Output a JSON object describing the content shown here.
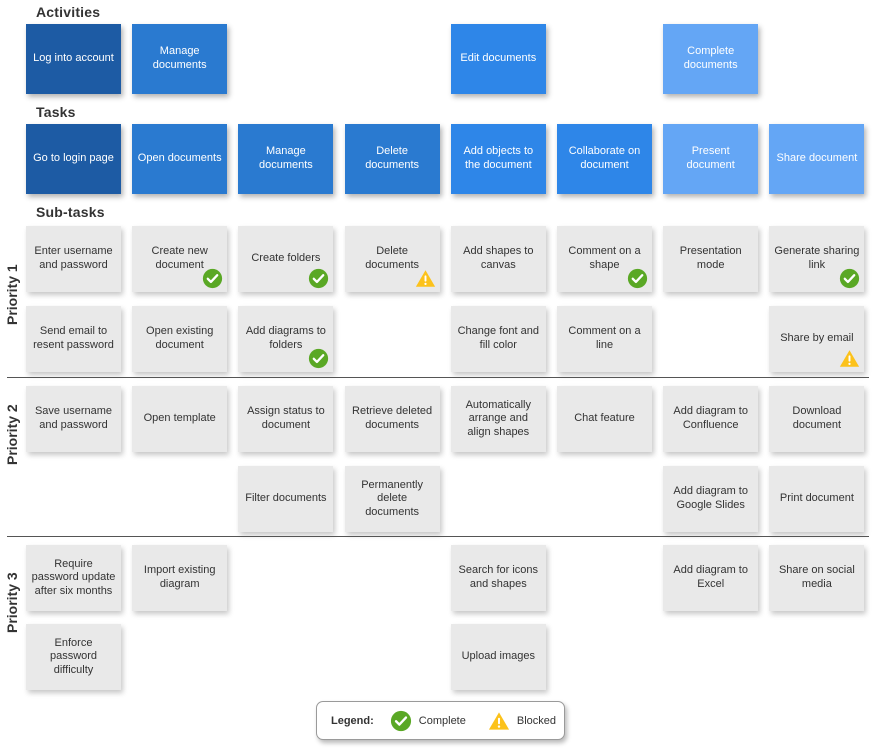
{
  "headings": {
    "activities": "Activities",
    "tasks": "Tasks",
    "subtasks": "Sub-tasks"
  },
  "priorities": [
    {
      "label": "Priority 1"
    },
    {
      "label": "Priority 2"
    },
    {
      "label": "Priority 3"
    }
  ],
  "colors": {
    "activity_dark": "#1d5ba4",
    "activity_mid": "#2a7ad0",
    "activity_bright": "#2e86e8",
    "activity_light": "#64a6f5",
    "task_dark": "#1d5ba4",
    "task_mid": "#2a7ad0",
    "task_bright": "#2e86e8",
    "task_light": "#64a6f5",
    "subtask_grey": "#e9e9e9",
    "complete_green": "#5aa825",
    "blocked_amber": "#fcc21b",
    "divider": "#555555"
  },
  "activities": [
    {
      "label": "Log into account",
      "column": 0,
      "color": "#1d5ba4"
    },
    {
      "label": "Manage documents",
      "column": 1,
      "color": "#2a7ad0"
    },
    {
      "label": "Edit documents",
      "column": 4,
      "color": "#2e86e8"
    },
    {
      "label": "Complete documents",
      "column": 6,
      "color": "#64a6f5"
    }
  ],
  "tasks": [
    {
      "label": "Go to login page",
      "column": 0,
      "color": "#1d5ba4"
    },
    {
      "label": "Open documents",
      "column": 1,
      "color": "#2a7ad0"
    },
    {
      "label": "Manage documents",
      "column": 2,
      "color": "#2a7ad0"
    },
    {
      "label": "Delete documents",
      "column": 3,
      "color": "#2a7ad0"
    },
    {
      "label": "Add objects to the document",
      "column": 4,
      "color": "#2e86e8"
    },
    {
      "label": "Collaborate on document",
      "column": 5,
      "color": "#2e86e8"
    },
    {
      "label": "Present document",
      "column": 6,
      "color": "#64a6f5"
    },
    {
      "label": "Share document",
      "column": 7,
      "color": "#64a6f5"
    }
  ],
  "subtasks": [
    {
      "label": "Enter username and password",
      "column": 0,
      "priority": 1,
      "row": 0,
      "status": "none"
    },
    {
      "label": "Create new document",
      "column": 1,
      "priority": 1,
      "row": 0,
      "status": "complete"
    },
    {
      "label": "Create folders",
      "column": 2,
      "priority": 1,
      "row": 0,
      "status": "complete"
    },
    {
      "label": "Delete documents",
      "column": 3,
      "priority": 1,
      "row": 0,
      "status": "blocked"
    },
    {
      "label": "Add shapes to canvas",
      "column": 4,
      "priority": 1,
      "row": 0,
      "status": "none"
    },
    {
      "label": "Comment on a shape",
      "column": 5,
      "priority": 1,
      "row": 0,
      "status": "complete"
    },
    {
      "label": "Presentation mode",
      "column": 6,
      "priority": 1,
      "row": 0,
      "status": "none"
    },
    {
      "label": "Generate sharing link",
      "column": 7,
      "priority": 1,
      "row": 0,
      "status": "complete"
    },
    {
      "label": "Send email to resent password",
      "column": 0,
      "priority": 1,
      "row": 1,
      "status": "none"
    },
    {
      "label": "Open existing document",
      "column": 1,
      "priority": 1,
      "row": 1,
      "status": "none"
    },
    {
      "label": "Add diagrams to folders",
      "column": 2,
      "priority": 1,
      "row": 1,
      "status": "complete"
    },
    {
      "label": "Change font and fill color",
      "column": 4,
      "priority": 1,
      "row": 1,
      "status": "none"
    },
    {
      "label": "Comment on a line",
      "column": 5,
      "priority": 1,
      "row": 1,
      "status": "none"
    },
    {
      "label": "Share by email",
      "column": 7,
      "priority": 1,
      "row": 1,
      "status": "blocked"
    },
    {
      "label": "Save username and password",
      "column": 0,
      "priority": 2,
      "row": 0,
      "status": "none"
    },
    {
      "label": "Open template",
      "column": 1,
      "priority": 2,
      "row": 0,
      "status": "none"
    },
    {
      "label": "Assign status to document",
      "column": 2,
      "priority": 2,
      "row": 0,
      "status": "none"
    },
    {
      "label": "Retrieve deleted documents",
      "column": 3,
      "priority": 2,
      "row": 0,
      "status": "none"
    },
    {
      "label": "Automatically arrange and align shapes",
      "column": 4,
      "priority": 2,
      "row": 0,
      "status": "none"
    },
    {
      "label": "Chat feature",
      "column": 5,
      "priority": 2,
      "row": 0,
      "status": "none"
    },
    {
      "label": "Add diagram to Confluence",
      "column": 6,
      "priority": 2,
      "row": 0,
      "status": "none"
    },
    {
      "label": "Download document",
      "column": 7,
      "priority": 2,
      "row": 0,
      "status": "none"
    },
    {
      "label": "Filter documents",
      "column": 2,
      "priority": 2,
      "row": 1,
      "status": "none"
    },
    {
      "label": "Permanently delete documents",
      "column": 3,
      "priority": 2,
      "row": 1,
      "status": "none"
    },
    {
      "label": "Add diagram to Google Slides",
      "column": 6,
      "priority": 2,
      "row": 1,
      "status": "none"
    },
    {
      "label": "Print document",
      "column": 7,
      "priority": 2,
      "row": 1,
      "status": "none"
    },
    {
      "label": "Require password update after six months",
      "column": 0,
      "priority": 3,
      "row": 0,
      "status": "none"
    },
    {
      "label": "Import existing diagram",
      "column": 1,
      "priority": 3,
      "row": 0,
      "status": "none"
    },
    {
      "label": "Search for icons and shapes",
      "column": 4,
      "priority": 3,
      "row": 0,
      "status": "none"
    },
    {
      "label": "Add diagram to Excel",
      "column": 6,
      "priority": 3,
      "row": 0,
      "status": "none"
    },
    {
      "label": "Share on social media",
      "column": 7,
      "priority": 3,
      "row": 0,
      "status": "none"
    },
    {
      "label": "Enforce password difficulty",
      "column": 0,
      "priority": 3,
      "row": 1,
      "status": "none"
    },
    {
      "label": "Upload images",
      "column": 4,
      "priority": 3,
      "row": 1,
      "status": "none"
    }
  ],
  "legend": {
    "title": "Legend:",
    "items": [
      {
        "label": "Complete",
        "icon": "check-circle-icon"
      },
      {
        "label": "Blocked",
        "icon": "warning-triangle-icon"
      }
    ]
  }
}
